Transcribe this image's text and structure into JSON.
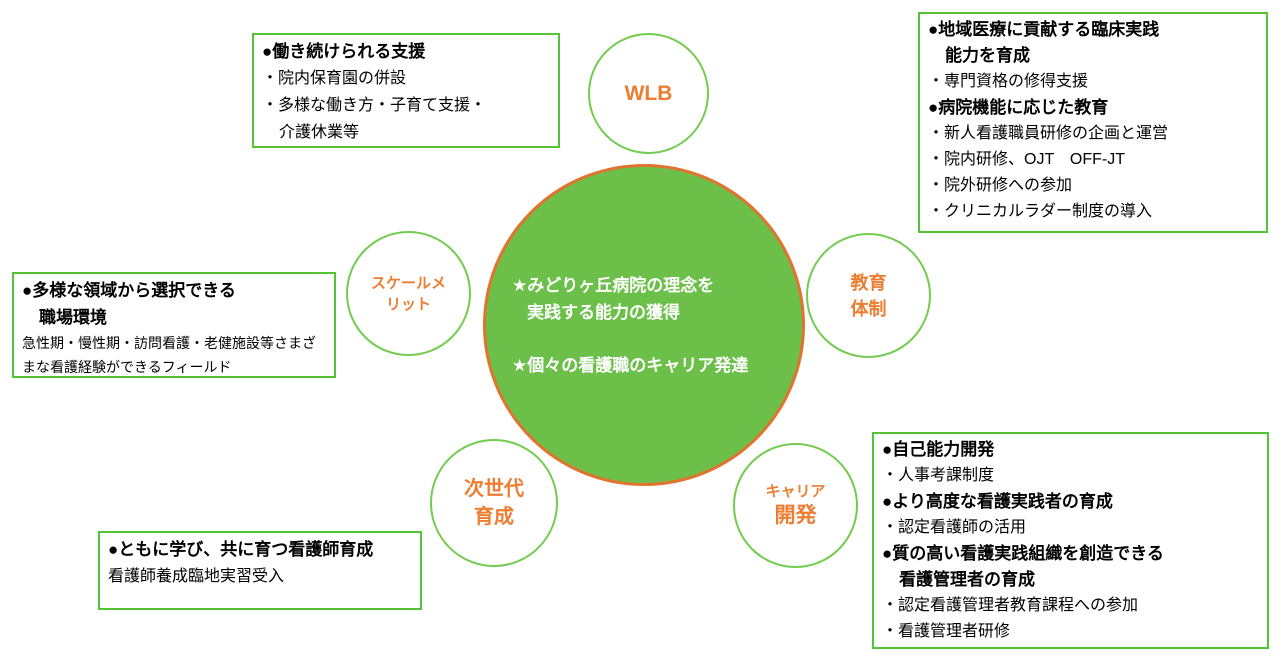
{
  "colors": {
    "center_fill": "#6CC04A",
    "center_stroke": "#E0742E",
    "satellite_stroke": "#73CB50",
    "box_border": "#55C338",
    "accent_orange": "#ED7D31",
    "text_black": "#000000",
    "center_text_white": "#FFFFFF"
  },
  "center": {
    "line1": "★みどりヶ丘病院の理念を",
    "line2": "実践する能力の獲得",
    "line3": "★個々の看護職のキャリア発達"
  },
  "satellites": {
    "wlb": {
      "label": "WLB"
    },
    "scale_merit": {
      "line1": "スケールメ",
      "line2": "リット"
    },
    "education_system": {
      "line1": "教育",
      "line2": "体制"
    },
    "next_generation": {
      "line1": "次世代",
      "line2": "育成"
    },
    "career_dev": {
      "line1": "キャリア",
      "line2": "開発"
    }
  },
  "boxes": {
    "work_support": {
      "lines": [
        "●働き続けられる支援",
        "・院内保育園の併設",
        "・多様な働き方・子育て支援・",
        "介護休業等"
      ]
    },
    "education": {
      "lines": [
        "●地域医療に貢献する臨床実践",
        "能力を育成",
        "・専門資格の修得支援",
        "●病院機能に応じた教育",
        "・新人看護職員研修の企画と運営",
        "・院内研修、OJT　OFF-JT",
        "・院外研修への参加",
        "・クリニカルラダー制度の導入"
      ]
    },
    "work_field": {
      "lines": [
        "●多様な領域から選択できる",
        "職場環境",
        "急性期・慢性期・訪問看護・老健施設等さまざ",
        "まな看護経験ができるフィールド"
      ]
    },
    "next_generation": {
      "lines": [
        "●ともに学び、共に育つ看護師育成",
        "看護師養成臨地実習受入"
      ]
    },
    "career_dev": {
      "lines": [
        "●自己能力開発",
        "・人事考課制度",
        "●より高度な看護実践者の育成",
        "・認定看護師の活用",
        "●質の高い看護実践組織を創造できる",
        "看護管理者の育成",
        "・認定看護管理者教育課程への参加",
        "・看護管理者研修"
      ]
    }
  }
}
